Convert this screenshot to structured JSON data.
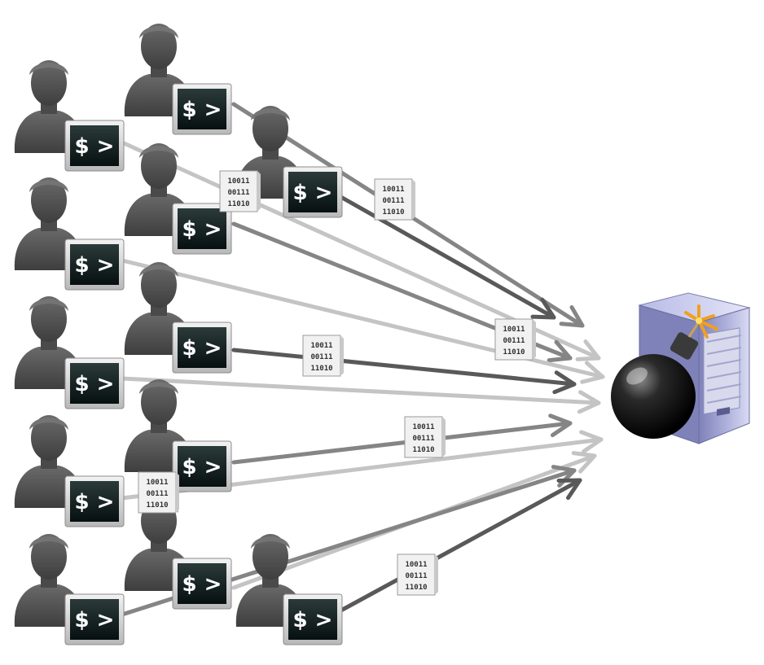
{
  "terminal": {
    "prompt": "$ >"
  },
  "packet": {
    "lines": [
      "10011",
      "00111",
      "11010"
    ]
  },
  "icons": {
    "attacker": "user-silhouette-icon",
    "terminal": "terminal-icon",
    "packet": "binary-packet-icon",
    "server": "server-tower-icon",
    "bomb": "bomb-icon"
  },
  "colors": {
    "person": "#5a5a5a",
    "arrow_dark": "#595959",
    "arrow_mid": "#858585",
    "arrow_light": "#c4c4c4",
    "server": "#9a9cc8",
    "bomb": "#111111",
    "fuse_spark": "#f0a020"
  }
}
